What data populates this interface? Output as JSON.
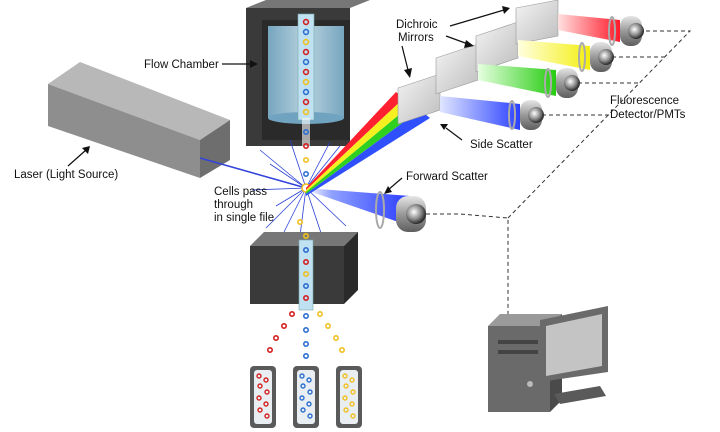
{
  "labels": {
    "flow_chamber": "Flow Chamber",
    "laser": "Laser (Light Source)",
    "cells_line1": "Cells pass",
    "cells_line2": "through",
    "cells_line3": "in single file",
    "dichroic_line1": "Dichroic",
    "dichroic_line2": "Mirrors",
    "side_scatter": "Side Scatter",
    "forward_scatter": "Forward Scatter",
    "fluor_line1": "Fluorescence",
    "fluor_line2": "Detector/PMTs"
  },
  "colors": {
    "laser_beam": "#3344dd",
    "red_cell": "#d42020",
    "blue_cell": "#2c6fd0",
    "yellow_cell": "#f0c020",
    "red_beam": "#ff2030",
    "yellow_beam": "#f6f020",
    "green_beam": "#30d020",
    "blue_beam": "#3050ff"
  },
  "icons": [
    "laser-source-box",
    "flow-chamber-box",
    "collection-box",
    "sorting-tubes",
    "photodetector-icon",
    "computer-icon",
    "dichroic-mirror"
  ]
}
